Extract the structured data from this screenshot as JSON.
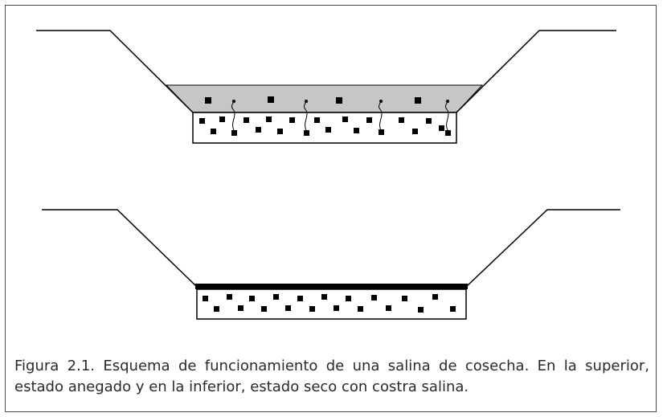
{
  "figure": {
    "caption": "Figura 2.1. Esquema de funcionamiento de una salina de cosecha. En la superior, estado anegado y en la inferior, estado seco con costra salina."
  },
  "colors": {
    "outline": "#000000",
    "water": "#c6c6c6",
    "crust": "#000000",
    "salt": "#000000",
    "background": "#ffffff"
  },
  "panels": [
    {
      "state": "flooded"
    },
    {
      "state": "dry-with-salt-crust"
    }
  ]
}
